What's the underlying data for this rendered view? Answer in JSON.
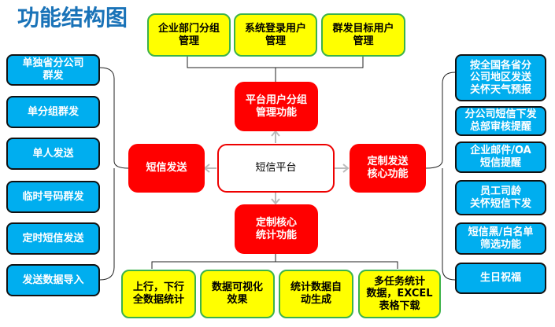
{
  "title": "功能结构图",
  "top_items": [
    "企业部门分组\n管理",
    "系统登录用户\n管理",
    "群发目标用户\n管理"
  ],
  "left_items": [
    "单独省分公司\n群发",
    "单分组群发",
    "单人发送",
    "临时号码群发",
    "定时短信发送",
    "发送数据导入"
  ],
  "right_items": [
    "按全国各省分\n公司地区发送\n关怀天气预报",
    "分公司短信下发\n总部审核提醒",
    "企业邮件/OA\n短信提醒",
    "员工司龄\n关怀短信下发",
    "短信黑/白名单\n筛选功能",
    "生日祝福"
  ],
  "bottom_items": [
    "上行，下行\n全数据统计",
    "数据可视化\n效果",
    "统计数据自\n动生成",
    "多任务统计\n数据，EXCEL\n表格下载"
  ],
  "center": "短信平台",
  "modules": {
    "top": "平台用户分组\n管理功能",
    "left": "短信发送",
    "right": "定制发送\n核心功能",
    "bottom": "定制核心\n统计功能"
  }
}
